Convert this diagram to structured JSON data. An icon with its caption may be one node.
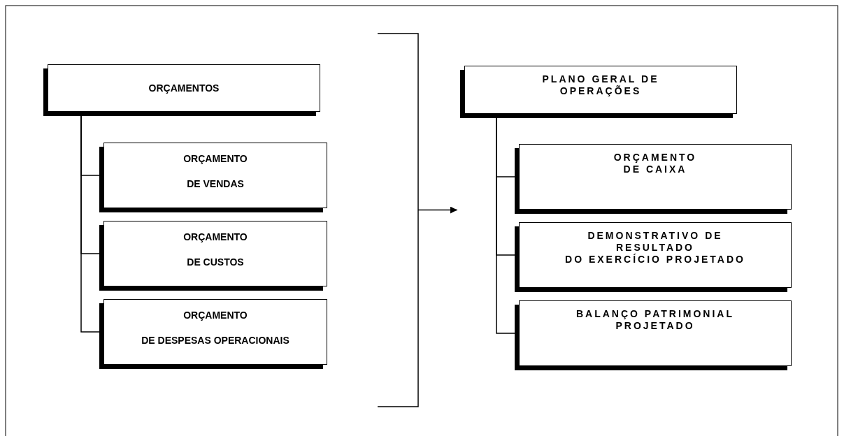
{
  "diagram": {
    "nodes": [
      {
        "text": [
          "ORÇAMENTOS"
        ]
      },
      {
        "text": [
          "ORÇAMENTO",
          "DE VENDAS"
        ]
      },
      {
        "text": [
          "ORÇAMENTO",
          "DE CUSTOS"
        ]
      },
      {
        "text": [
          "ORÇAMENTO",
          "DE DESPESAS OPERACIONAIS"
        ]
      },
      {
        "text": [],
        "shape": "bracket"
      },
      {
        "text": [
          "PLANO GERAL DE OPERAÇÕES"
        ]
      },
      {
        "text": [
          "ORÇAMENTO DE CAIXA"
        ]
      },
      {
        "text": [
          "DEMONSTRATIVO DE RESULTADO",
          "DO EXERCÍCIO PROJETADO"
        ]
      },
      {
        "text": [
          "BALANÇO PATRIMONIAL PROJETADO"
        ]
      }
    ],
    "edges": [
      {
        "from": 0,
        "to": 1,
        "arrow": "none"
      },
      {
        "from": 0,
        "to": 2,
        "arrow": "none"
      },
      {
        "from": 0,
        "to": 3,
        "arrow": "none"
      },
      {
        "from": 4,
        "to": null,
        "arrow": "to"
      },
      {
        "from": 5,
        "to": 6,
        "arrow": "none"
      },
      {
        "from": 5,
        "to": 7,
        "arrow": "none"
      },
      {
        "from": 5,
        "to": 8,
        "arrow": "none"
      }
    ]
  }
}
